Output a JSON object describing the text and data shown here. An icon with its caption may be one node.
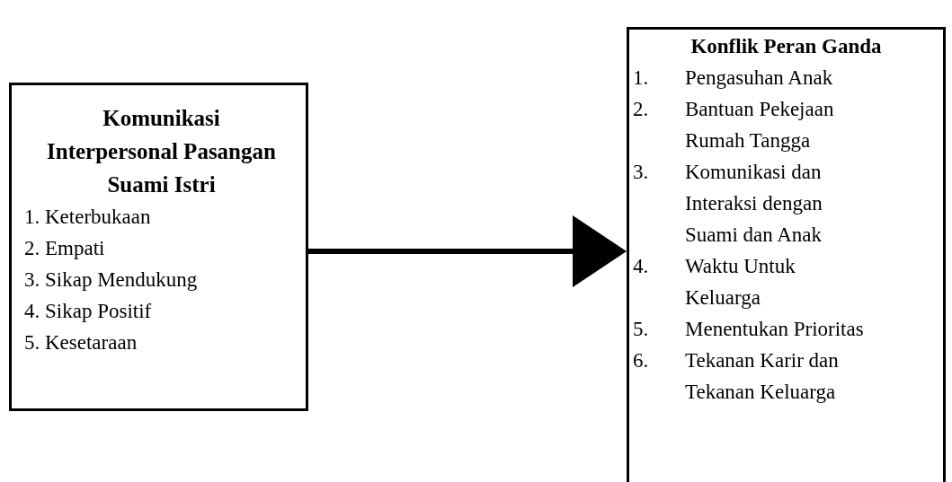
{
  "diagram": {
    "nodes": [
      {
        "text": [
          "Komunikasi Interpersonal Pasangan Suami Istri",
          "1. Keterbukaan",
          "2. Empati",
          "3. Sikap Mendukung",
          "4. Sikap Positif",
          "5. Kesetaraan"
        ]
      },
      {
        "text": [
          "Konflik Peran Ganda",
          "1. Pengasuhan Anak",
          "2. Bantuan Pekejaan Rumah Tangga",
          "3. Komunikasi dan Interaksi dengan Suami dan Anak",
          "4. Waktu Untuk Keluarga",
          "5. Menentukan Prioritas",
          "6. Tekanan Karir dan Tekanan Keluarga"
        ]
      }
    ],
    "edges": [
      {
        "from": 0,
        "to": 1,
        "arrow": "to"
      }
    ]
  }
}
